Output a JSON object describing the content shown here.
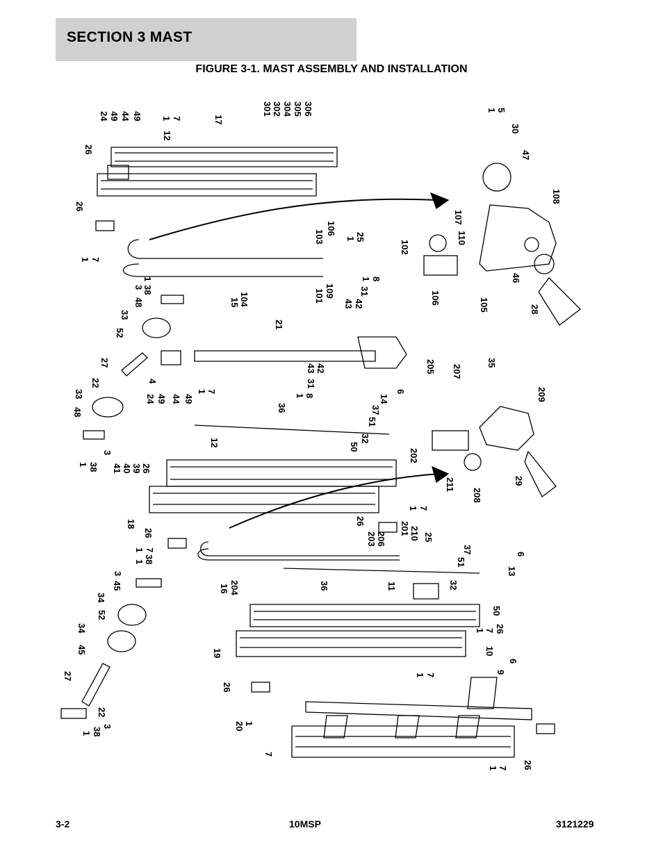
{
  "header": {
    "section_title": "SECTION 3   MAST"
  },
  "figure": {
    "title": "FIGURE 3-1. MAST ASSEMBLY AND INSTALLATION",
    "callouts": [
      "24",
      "49",
      "44",
      "49",
      "1",
      "7",
      "12",
      "17",
      "301",
      "302",
      "304",
      "305",
      "306",
      "1",
      "5",
      "30",
      "47",
      "108",
      "26",
      "26",
      "1",
      "7",
      "103",
      "106",
      "1",
      "25",
      "107",
      "110",
      "102",
      "46",
      "28",
      "15",
      "104",
      "101",
      "109",
      "1",
      "8",
      "31",
      "43",
      "42",
      "106",
      "105",
      "3",
      "1",
      "38",
      "33",
      "48",
      "52",
      "27",
      "4",
      "21",
      "22",
      "33",
      "48",
      "24",
      "49",
      "44",
      "49",
      "1",
      "7",
      "12",
      "36",
      "43",
      "42",
      "31",
      "1",
      "8",
      "14",
      "6",
      "37",
      "51",
      "32",
      "50",
      "205",
      "207",
      "35",
      "209",
      "202",
      "211",
      "208",
      "29",
      "1",
      "38",
      "3",
      "41",
      "40",
      "39",
      "26",
      "18",
      "26",
      "1",
      "7",
      "26",
      "1",
      "7",
      "203",
      "206",
      "201",
      "210",
      "25",
      "1",
      "38",
      "3",
      "45",
      "34",
      "52",
      "16",
      "204",
      "36",
      "11",
      "37",
      "51",
      "6",
      "13",
      "32",
      "50",
      "34",
      "45",
      "27",
      "19",
      "1",
      "7",
      "26",
      "10",
      "9",
      "6",
      "26",
      "1",
      "7",
      "22",
      "1",
      "38",
      "3",
      "20",
      "1",
      "7",
      "1",
      "7",
      "26"
    ]
  },
  "footer": {
    "page_number": "3-2",
    "model": "10MSP",
    "doc_number": "3121229"
  }
}
